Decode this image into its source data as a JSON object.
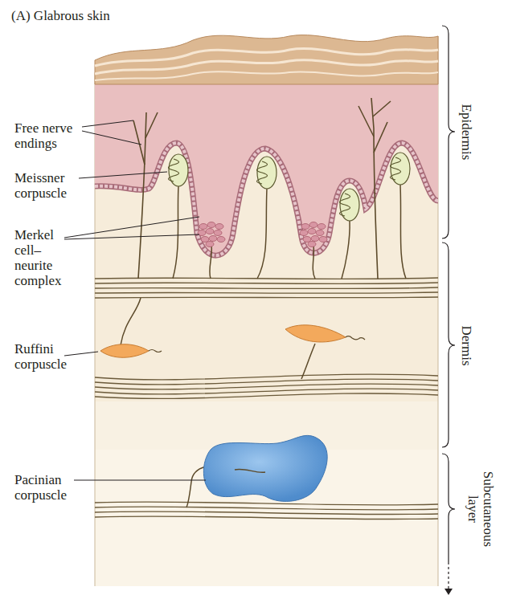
{
  "diagram": {
    "title": "(A) Glabrous skin",
    "labels": [
      "Free nerve endings",
      "Meissner corpuscle",
      "Merkel cell–neurite complex",
      "Ruffini corpuscle",
      "Pacinian corpuscle",
      "Epidermis",
      "Dermis",
      "Subcutaneous layer"
    ]
  }
}
